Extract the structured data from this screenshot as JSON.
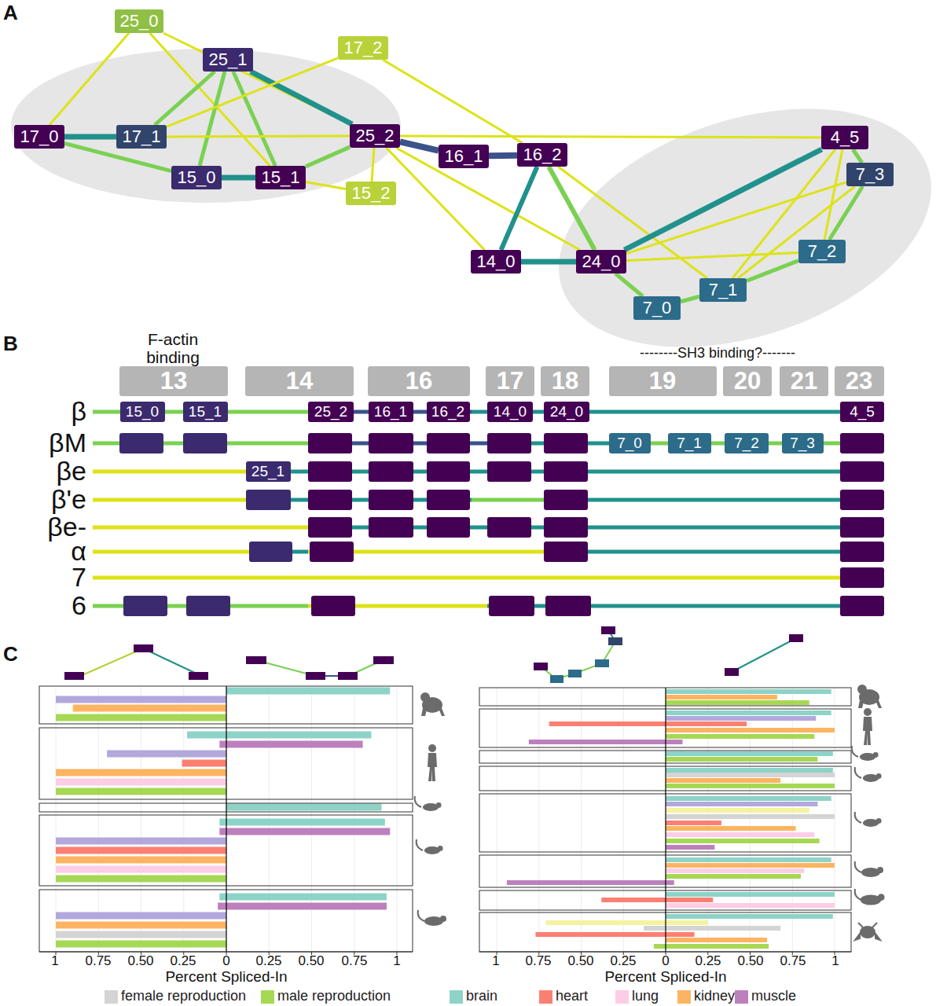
{
  "diagram": {
    "nodes": [
      {
        "text": [
          "25_0"
        ]
      },
      {
        "text": [
          "25_1"
        ]
      },
      {
        "text": [
          "17_2"
        ]
      },
      {
        "text": [
          "17_0"
        ]
      },
      {
        "text": [
          "17_1"
        ]
      },
      {
        "text": [
          "25_2"
        ]
      },
      {
        "text": [
          "16_1"
        ]
      },
      {
        "text": [
          "16_2"
        ]
      },
      {
        "text": [
          "4_5"
        ]
      },
      {
        "text": [
          "7_3"
        ]
      },
      {
        "text": [
          "15_0"
        ]
      },
      {
        "text": [
          "15_1"
        ]
      },
      {
        "text": [
          "15_2"
        ]
      },
      {
        "text": [
          "7_2"
        ]
      },
      {
        "text": [
          "14_0"
        ]
      },
      {
        "text": [
          "24_0"
        ]
      },
      {
        "text": [
          "7_1"
        ]
      },
      {
        "text": [
          "7_0"
        ]
      },
      {
        "text": [
          "13"
        ]
      },
      {
        "text": [
          "14"
        ]
      },
      {
        "text": [
          "16"
        ]
      },
      {
        "text": [
          "17"
        ]
      },
      {
        "text": [
          "18"
        ]
      },
      {
        "text": [
          "19"
        ]
      },
      {
        "text": [
          "20"
        ]
      },
      {
        "text": [
          "21"
        ]
      },
      {
        "text": [
          "23"
        ]
      },
      {
        "text": [
          "15_0"
        ]
      },
      {
        "text": [
          "15_1"
        ]
      },
      {
        "text": [
          "25_2"
        ]
      },
      {
        "text": [
          "16_1"
        ]
      },
      {
        "text": [
          "16_2"
        ]
      },
      {
        "text": [
          "14_0"
        ]
      },
      {
        "text": [
          "24_0"
        ]
      },
      {
        "text": [
          "4_5"
        ]
      },
      {
        "text": [
          "7_0"
        ]
      },
      {
        "text": [
          "7_1"
        ]
      },
      {
        "text": [
          "7_2"
        ]
      },
      {
        "text": [
          "7_3"
        ]
      },
      {
        "text": [
          "25_1"
        ]
      }
    ],
    "edges": [
      {
        "from": 0,
        "to": 3,
        "arrow": "none"
      },
      {
        "from": 0,
        "to": 11,
        "arrow": "none"
      },
      {
        "from": 0,
        "to": 5,
        "arrow": "none"
      },
      {
        "from": 1,
        "to": 5,
        "arrow": "none"
      },
      {
        "from": 1,
        "to": 4,
        "arrow": "none"
      },
      {
        "from": 1,
        "to": 10,
        "arrow": "none"
      },
      {
        "from": 1,
        "to": 11,
        "arrow": "none"
      },
      {
        "from": 2,
        "to": 4,
        "arrow": "none"
      },
      {
        "from": 2,
        "to": 7,
        "arrow": "none"
      },
      {
        "from": 3,
        "to": 4,
        "arrow": "none"
      },
      {
        "from": 3,
        "to": 10,
        "arrow": "none"
      },
      {
        "from": 4,
        "to": 5,
        "arrow": "none"
      },
      {
        "from": 10,
        "to": 11,
        "arrow": "none"
      },
      {
        "from": 11,
        "to": 5,
        "arrow": "none"
      },
      {
        "from": 11,
        "to": 12,
        "arrow": "none"
      },
      {
        "from": 12,
        "to": 5,
        "arrow": "none"
      },
      {
        "from": 5,
        "to": 6,
        "arrow": "none"
      },
      {
        "from": 6,
        "to": 7,
        "arrow": "none"
      },
      {
        "from": 5,
        "to": 8,
        "arrow": "none"
      },
      {
        "from": 5,
        "to": 14,
        "arrow": "none"
      },
      {
        "from": 5,
        "to": 15,
        "arrow": "none"
      },
      {
        "from": 7,
        "to": 14,
        "arrow": "none"
      },
      {
        "from": 7,
        "to": 15,
        "arrow": "none"
      },
      {
        "from": 7,
        "to": 16,
        "arrow": "none"
      },
      {
        "from": 14,
        "to": 15,
        "arrow": "none"
      },
      {
        "from": 15,
        "to": 8,
        "arrow": "none"
      },
      {
        "from": 15,
        "to": 17,
        "arrow": "none"
      },
      {
        "from": 17,
        "to": 16,
        "arrow": "none"
      },
      {
        "from": 16,
        "to": 13,
        "arrow": "none"
      },
      {
        "from": 13,
        "to": 9,
        "arrow": "none"
      },
      {
        "from": 15,
        "to": 13,
        "arrow": "none"
      },
      {
        "from": 15,
        "to": 9,
        "arrow": "none"
      },
      {
        "from": 16,
        "to": 8,
        "arrow": "none"
      },
      {
        "from": 16,
        "to": 9,
        "arrow": "none"
      },
      {
        "from": 8,
        "to": 9,
        "arrow": "none"
      },
      {
        "from": 8,
        "to": 13,
        "arrow": "none"
      }
    ],
    "labels": [
      "A",
      "B",
      "C",
      "F-actin binding",
      "--------SH3 binding?-------",
      "β",
      "βM",
      "βe",
      "β'e",
      "βe-",
      "α",
      "7",
      "6",
      "1",
      "0.75",
      "0.50",
      "0.25",
      "0",
      "0.25",
      "0.50",
      "0.75",
      "1",
      "Percent Spliced-In",
      "1",
      "0.75",
      "0.50",
      "0.25",
      "0",
      "0.25",
      "0.50",
      "0.75",
      "1",
      "Percent Spliced-In"
    ],
    "legend": [
      {
        "text": "female reproduction",
        "color": "#d4d4d4"
      },
      {
        "text": "male reproduction",
        "color": "#a6d854"
      },
      {
        "text": "brain",
        "color": "#8dd3c7"
      },
      {
        "text": "heart",
        "color": "#fb8072"
      },
      {
        "text": "lung",
        "color": "#fccde5"
      },
      {
        "text": "kidney",
        "color": "#fdb462"
      },
      {
        "text": "muscle",
        "color": "#bc80bd"
      }
    ]
  }
}
